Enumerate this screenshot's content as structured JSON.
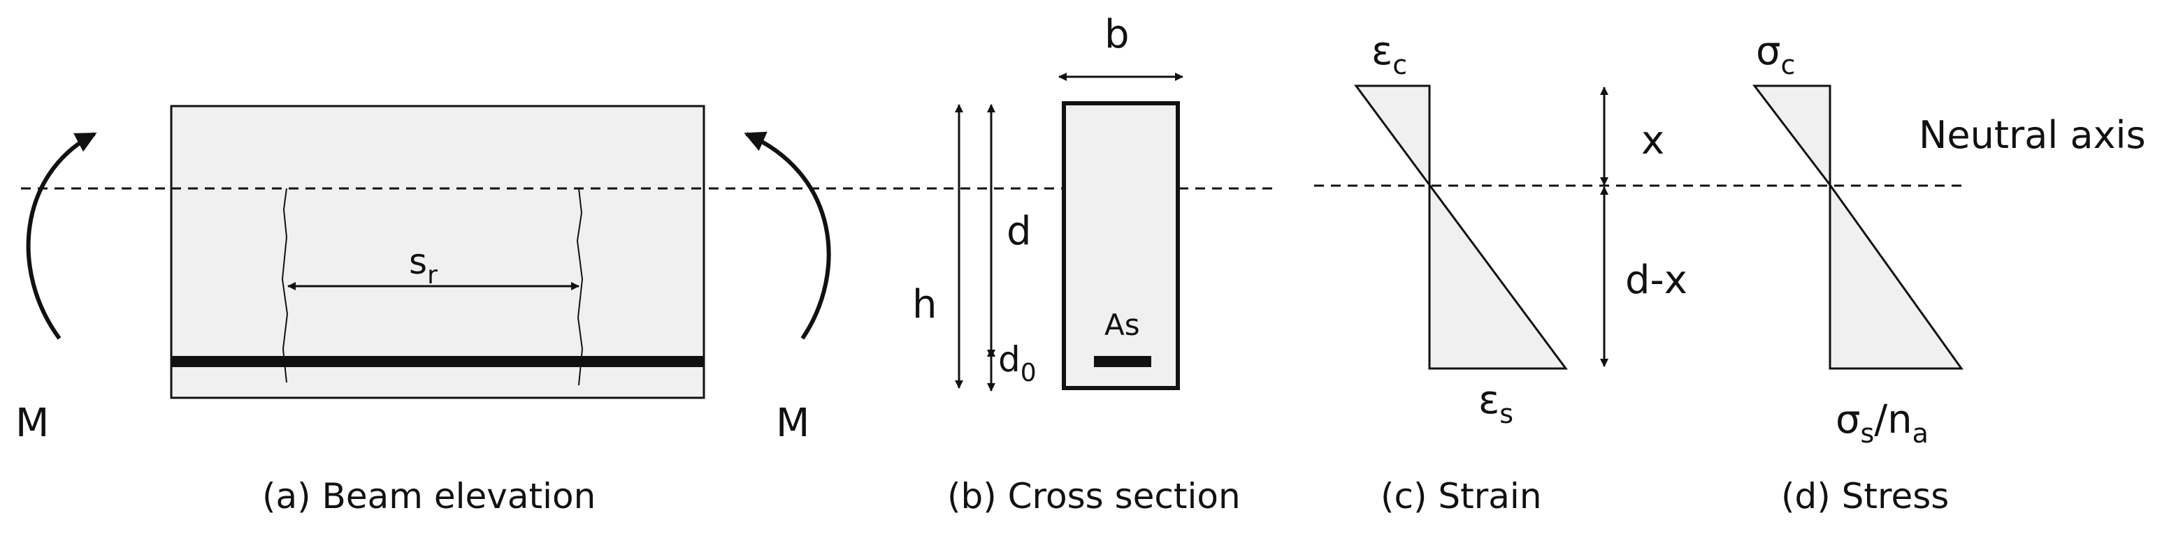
{
  "beam": {
    "moment_left": "M",
    "moment_right": "M",
    "crack_spacing": "s",
    "crack_spacing_sub": "r"
  },
  "section": {
    "width": "b",
    "height": "h",
    "depth": "d",
    "cover": "d",
    "cover_sub": "0",
    "steel": "As"
  },
  "strain": {
    "top": "ε",
    "top_sub": "c",
    "bottom": "ε",
    "bottom_sub": "s",
    "na_depth": "x",
    "below_na": "d-x"
  },
  "stress": {
    "top": "σ",
    "top_sub": "c",
    "bottom": "σ",
    "bottom_sub1": "s",
    "bottom_slash": "/n",
    "bottom_sub2": "a",
    "neutral_axis": "Neutral axis"
  },
  "captions": {
    "a": "(a) Beam elevation",
    "b": "(b) Cross section",
    "c": "(c) Strain",
    "d": "(d) Stress"
  }
}
